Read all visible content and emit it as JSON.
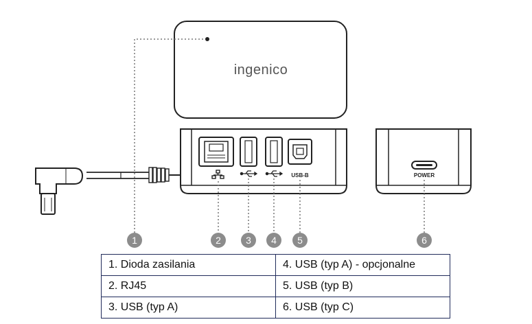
{
  "device": {
    "brand": "ingenico",
    "port_labels": {
      "usb_b": "USB-B",
      "power": "POWER"
    }
  },
  "callouts": [
    "1",
    "2",
    "3",
    "4",
    "5",
    "6"
  ],
  "legend": [
    [
      "1. Dioda zasilania",
      "4. USB (typ A) - opcjonalne"
    ],
    [
      "2. RJ45",
      "5. USB (typ B)"
    ],
    [
      "3. USB (typ A)",
      "6. USB (typ C)"
    ]
  ]
}
